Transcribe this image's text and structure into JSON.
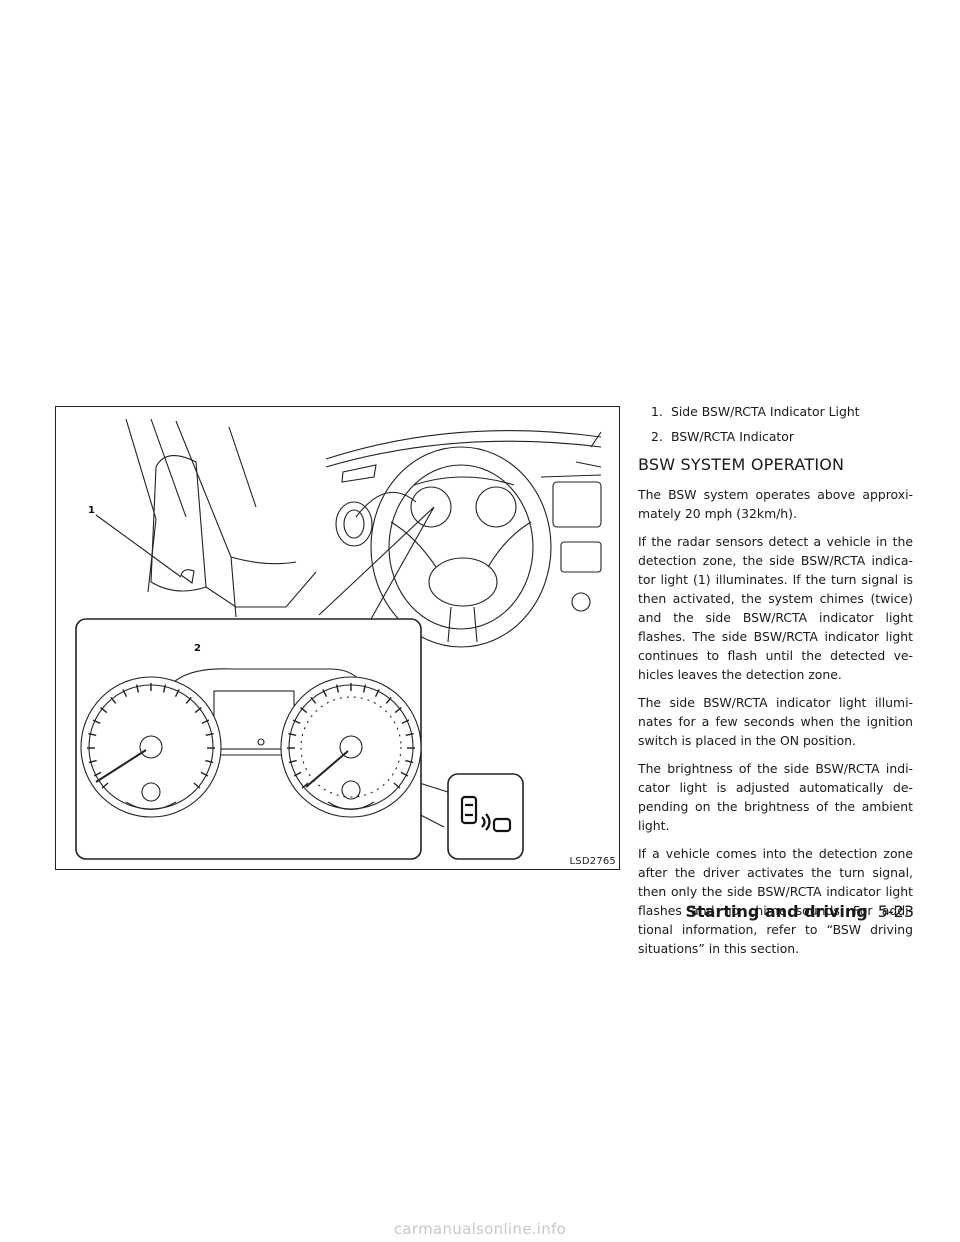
{
  "figure": {
    "code": "LSD2765",
    "callout_1": "1",
    "callout_2": "2"
  },
  "legend": [
    {
      "num": "1.",
      "label": "Side BSW/RCTA Indicator Light"
    },
    {
      "num": "2.",
      "label": "BSW/RCTA Indicator"
    }
  ],
  "heading": "BSW SYSTEM OPERATION",
  "paragraphs": [
    "The BSW system operates above approxi-mately 20 mph (32km/h).",
    "If the radar sensors detect a vehicle in the detection zone, the side BSW/RCTA indica-tor light (1) illuminates. If the turn signal is then activated, the system chimes (twice) and the side BSW/RCTA indicator light flashes. The side BSW/RCTA indicator light continues to flash until the detected ve-hicles leaves the detection zone.",
    "The side BSW/RCTA indicator light illumi-nates for a few seconds when the ignition switch is placed in the ON position.",
    "The brightness of the side BSW/RCTA indi-cator light is adjusted automatically de-pending on the brightness of the ambient light.",
    "If a vehicle comes into the detection zone after the driver activates the turn signal, then only the side BSW/RCTA indicator light flashes and no chime sounds. For addi-tional information, refer to “BSW driving situations” in this section."
  ],
  "footer": {
    "section": "Starting and driving",
    "page": "5-23"
  },
  "watermark": "carmanualsonline.info"
}
